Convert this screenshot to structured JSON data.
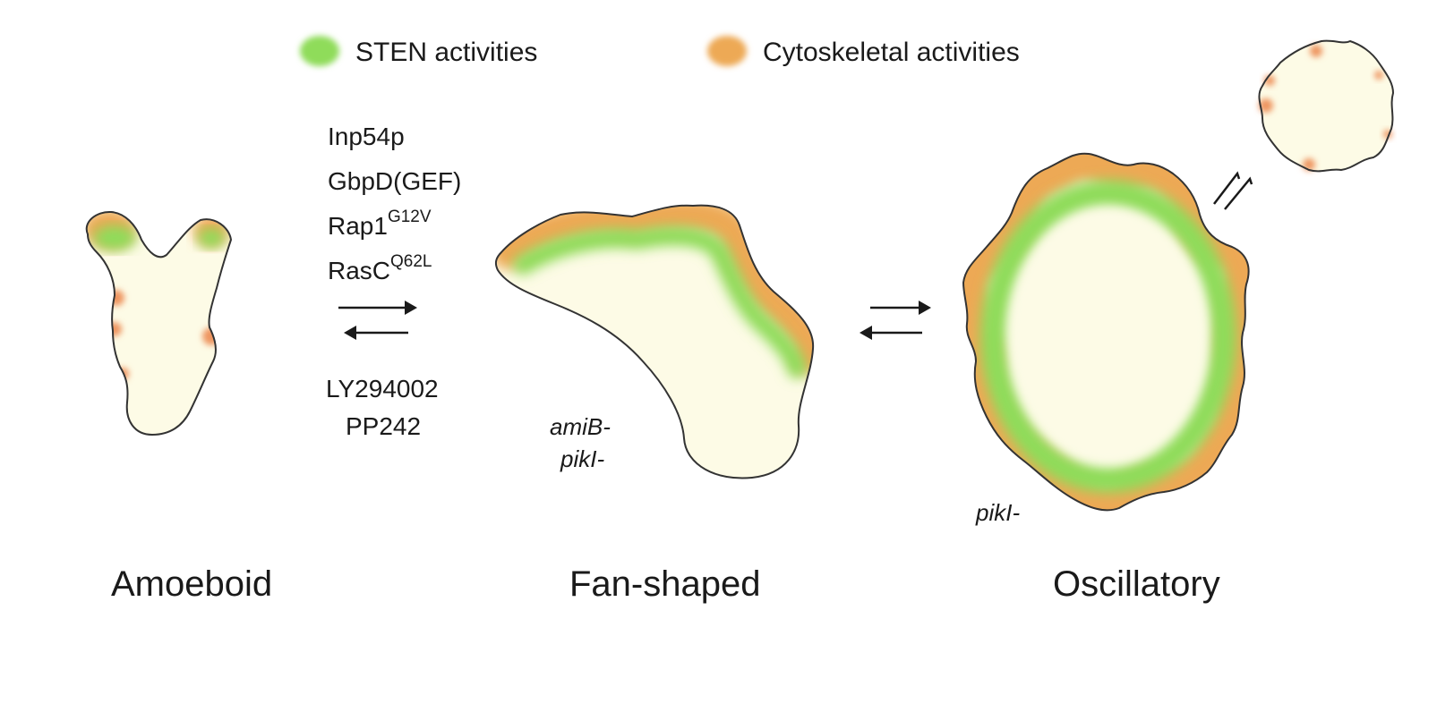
{
  "colors": {
    "cell_fill": "#fdfbe6",
    "sten": "#8fdc5a",
    "cytoskeletal": "#eda955",
    "outline": "#333333",
    "arrow": "#1a1a1a"
  },
  "legend": {
    "sten_label": "STEN activities",
    "cytoskeletal_label": "Cytoskeletal activities"
  },
  "promoters": {
    "items": [
      {
        "base": "Inp54p",
        "sup": ""
      },
      {
        "base": "GbpD(GEF)",
        "sup": ""
      },
      {
        "base": "Rap1",
        "sup": "G12V"
      },
      {
        "base": "RasC",
        "sup": "Q62L"
      }
    ]
  },
  "inhibitors": {
    "items": [
      "LY294002",
      "PP242"
    ]
  },
  "phenotypes": {
    "amoeboid": "Amoeboid",
    "fan_shaped": "Fan-shaped",
    "oscillatory": "Oscillatory"
  },
  "strains": {
    "fan_line1": "amiB-",
    "fan_line2": "pikI-",
    "oscillatory": "pikI-"
  },
  "icons": [
    "reversible-arrow-icon",
    "equivalence-slash-icon"
  ]
}
